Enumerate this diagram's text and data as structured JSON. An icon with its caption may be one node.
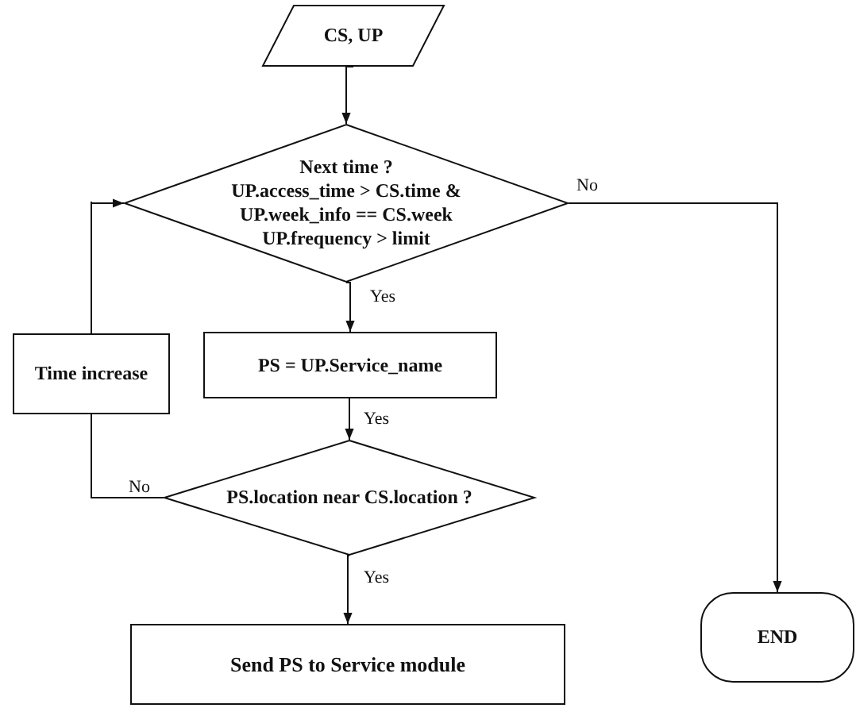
{
  "diagram": {
    "nodes": [
      {
        "text": [
          "CS, UP"
        ]
      },
      {
        "text": [
          "Next time ?",
          "UP.access_time > CS.time &",
          "UP.week_info == CS.week",
          "UP.frequency > limit"
        ]
      },
      {
        "text": [
          "PS = UP.Service_name"
        ]
      },
      {
        "text": [
          "Time increase"
        ]
      },
      {
        "text": [
          "PS.location near CS.location ?"
        ]
      },
      {
        "text": [
          "Send PS to  Service module"
        ]
      },
      {
        "text": [
          "END"
        ]
      }
    ],
    "edges": [
      {
        "from": 0,
        "to": 1,
        "arrow": "to"
      },
      {
        "from": 1,
        "to": 2,
        "arrow": "to",
        "label": "Yes"
      },
      {
        "from": 1,
        "to": 6,
        "arrow": "to",
        "label": "No"
      },
      {
        "from": 2,
        "to": 4,
        "arrow": "to",
        "label": "Yes"
      },
      {
        "from": 4,
        "to": 5,
        "arrow": "to",
        "label": "Yes"
      },
      {
        "from": 4,
        "to": 3,
        "arrow": "none",
        "label": "No"
      },
      {
        "from": 3,
        "to": 1,
        "arrow": "to"
      }
    ]
  }
}
